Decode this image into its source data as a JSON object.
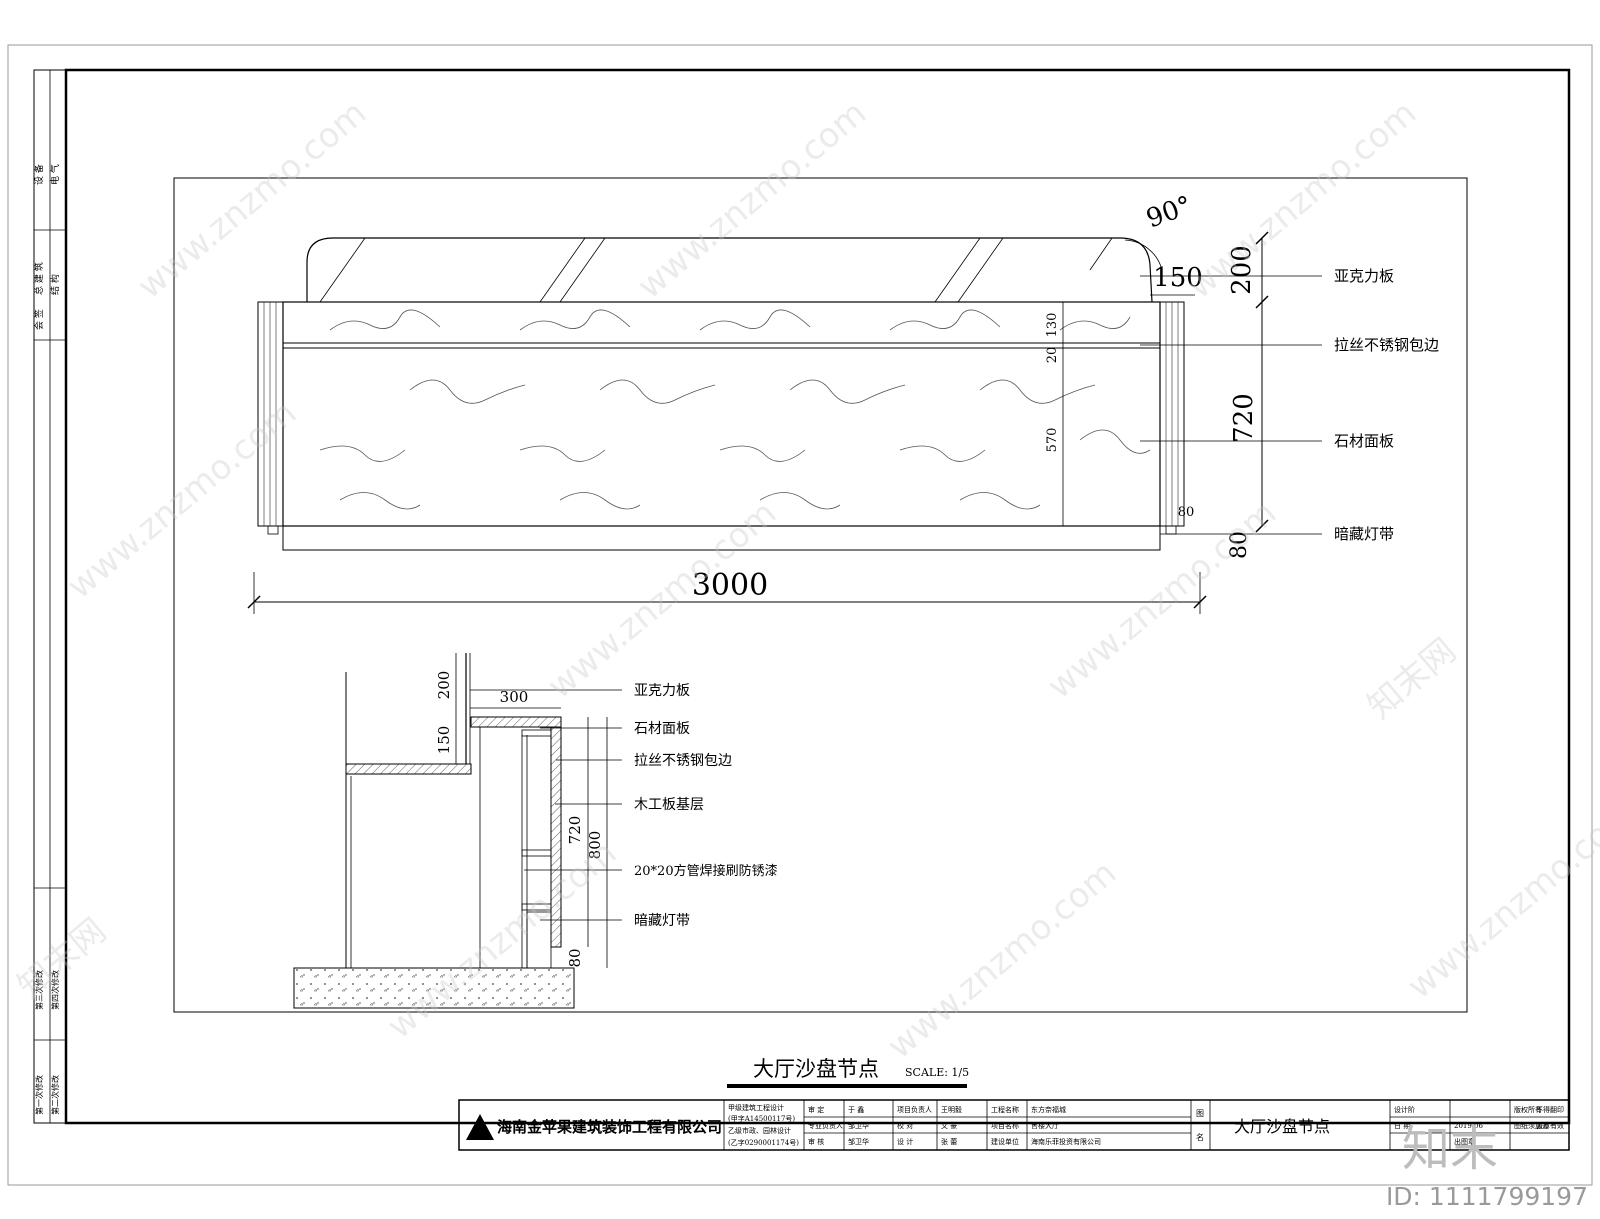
{
  "drawing": {
    "title": "大厅沙盘节点",
    "scale": "SCALE: 1/5"
  },
  "elevation": {
    "angle": "90°",
    "dim_total_width": "3000",
    "dim_height": "720",
    "dim_top": "200",
    "dim_corner": "150",
    "dim_strip": "20",
    "dim_band": "130",
    "dim_body": "570",
    "dim_base_inner": "80",
    "dim_base_outer": "80",
    "labels": [
      "亚克力板",
      "拉丝不锈钢包边",
      "石材面板",
      "暗藏灯带"
    ]
  },
  "section": {
    "dim_200": "200",
    "dim_300": "300",
    "dim_150": "150",
    "dim_720": "720",
    "dim_800": "800",
    "dim_80": "80",
    "labels": [
      "亚克力板",
      "石材面板",
      "拉丝不锈钢包边",
      "木工板基层",
      "20*20方管焊接刷防锈漆",
      "暗藏灯带"
    ]
  },
  "title_block": {
    "company": "海南金苹果建筑装饰工程有限公司",
    "cert_1": "甲级建筑工程设计",
    "cert_2": "(甲字A14500117号)",
    "cert_3": "乙级市政、园林设计",
    "cert_4": "(乙字0290001174号)",
    "roles": [
      {
        "role": "审    定",
        "name": "于 鑫"
      },
      {
        "role": "专业负责人",
        "name": "邹卫华"
      },
      {
        "role": "审    核",
        "name": "邹卫华"
      }
    ],
    "roles2": [
      {
        "role": "项目负责人",
        "name": "王明毅"
      },
      {
        "role": "校    对",
        "name": "文 豪"
      },
      {
        "role": "设    计",
        "name": "张 蕾"
      }
    ],
    "project": [
      {
        "key": "工程名称",
        "value": "东方奈福城"
      },
      {
        "key": "项目名称",
        "value": "售楼大厅"
      },
      {
        "key": "建设单位",
        "value": "海南乐菲投资有限公司"
      }
    ],
    "figure_label_1": "图",
    "figure_label_2": "名",
    "figure_name": "大厅沙盘节点",
    "right_1": "设计阶",
    "right_2": "日 期",
    "right_3": "2019.06",
    "right_4": "版权所有",
    "right_5": "不得翻印",
    "right_6": "图纸须加盖",
    "right_7": "出图章",
    "right_8": "盖章有效"
  },
  "left_strip": {
    "top_1": "设 备",
    "top_2": "电 气",
    "mid_1": "总 建 筑",
    "mid_2": "结 构",
    "mid_3": "会 签",
    "low_1": "第三次修改",
    "low_2": "第四次修改",
    "bot_1": "第一次修改",
    "bot_2": "第二次修改"
  },
  "watermarks": {
    "site": "www.znzmo.com",
    "brand": "知末网",
    "logo": "知末",
    "id_text": "ID: 1111799197"
  }
}
